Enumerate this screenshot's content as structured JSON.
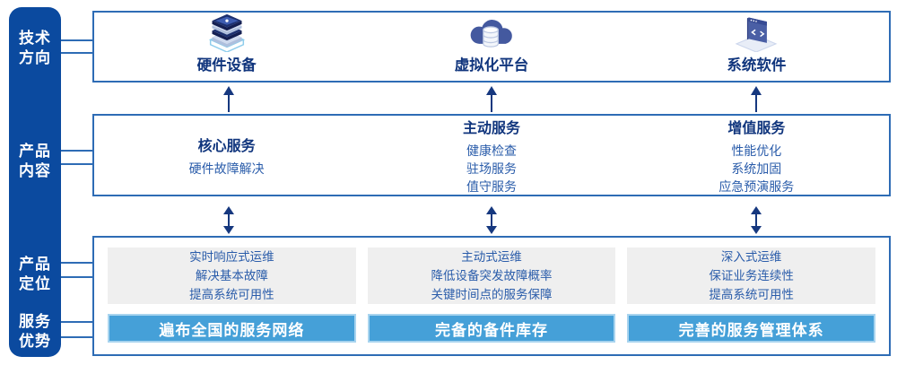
{
  "colors": {
    "sidebar_bg": "#0b4a9f",
    "box_border": "#2e6cb5",
    "title_text": "#10357d",
    "body_text": "#2a5caa",
    "bar_bg": "#45a0d8",
    "bar_border": "#a8d4ef",
    "gray_box_bg": "#efefef",
    "arrow": "#16387f",
    "bar_text": "#ffffff",
    "sidebar_text": "#ffffff"
  },
  "sidebar": {
    "items": [
      {
        "line1": "技术",
        "line2": "方向"
      },
      {
        "line1": "产品",
        "line2": "内容"
      },
      {
        "line1": "产品",
        "line2": "定位"
      },
      {
        "line1": "服务",
        "line2": "优势"
      }
    ]
  },
  "tech_row": {
    "items": [
      {
        "icon": "server-stack-icon",
        "label": "硬件设备"
      },
      {
        "icon": "cloud-database-icon",
        "label": "虚拟化平台"
      },
      {
        "icon": "code-window-icon",
        "label": "系统软件"
      }
    ]
  },
  "content_row": {
    "columns": [
      {
        "title": "核心服务",
        "items": [
          "硬件故障解决"
        ]
      },
      {
        "title": "主动服务",
        "items": [
          "健康检查",
          "驻场服务",
          "值守服务"
        ]
      },
      {
        "title": "增值服务",
        "items": [
          "性能优化",
          "系统加固",
          "应急预演服务"
        ]
      }
    ]
  },
  "bottom_row": {
    "columns": [
      {
        "lines": [
          "实时响应式运维",
          "解决基本故障",
          "提高系统可用性"
        ],
        "bar": "遍布全国的服务网络"
      },
      {
        "lines": [
          "主动式运维",
          "降低设备突发故障概率",
          "关键时间点的服务保障"
        ],
        "bar": "完备的备件库存"
      },
      {
        "lines": [
          "深入式运维",
          "保证业务连续性",
          "提高系统可用性"
        ],
        "bar": "完善的服务管理体系"
      }
    ]
  }
}
